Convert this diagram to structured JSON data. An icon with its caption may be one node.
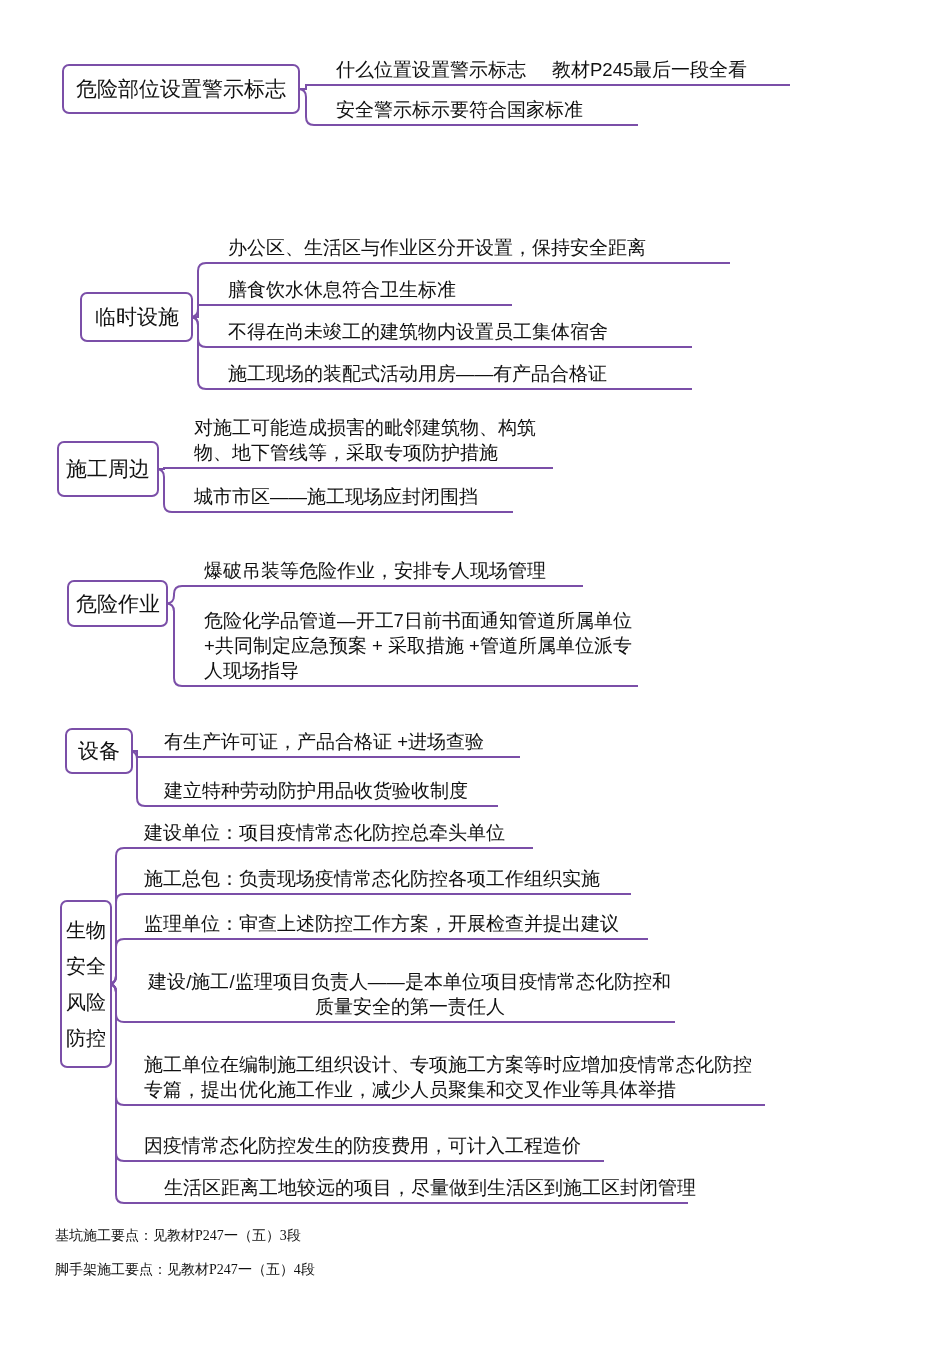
{
  "diagram": {
    "nodes": [
      {
        "text": [
          "危险部位设置警示标志"
        ]
      },
      {
        "text": [
          "什么位置设置警示标志",
          "教材P245最后一段全看"
        ]
      },
      {
        "text": [
          "安全警示标示要符合国家标准"
        ]
      },
      {
        "text": [
          "临时设施"
        ]
      },
      {
        "text": [
          "办公区、生活区与作业区分开设置，保持安全距离"
        ]
      },
      {
        "text": [
          "膳食饮水休息符合卫生标准"
        ]
      },
      {
        "text": [
          "不得在尚未竣工的建筑物内设置员工集体宿舍"
        ]
      },
      {
        "text": [
          "施工现场的装配式活动用房——有产品合格证"
        ]
      },
      {
        "text": [
          "施工周边"
        ]
      },
      {
        "text": [
          "对施工可能造成损害的毗邻建筑物、构筑物、地下管线等，采取专项防护措施"
        ]
      },
      {
        "text": [
          "城市市区——施工现场应封闭围挡"
        ]
      },
      {
        "text": [
          "危险作业"
        ]
      },
      {
        "text": [
          "爆破吊装等危险作业，安排专人现场管理"
        ]
      },
      {
        "text": [
          "危险化学品管道—开工7日前书面通知管道所属单位+共同制定应急预案 + 采取措施 +管道所属单位派专人现场指导"
        ]
      },
      {
        "text": [
          "设备"
        ]
      },
      {
        "text": [
          "有生产许可证，产品合格证 +进场查验"
        ]
      },
      {
        "text": [
          "建立特种劳动防护用品收货验收制度"
        ]
      },
      {
        "text": [
          "生物安全风险防控"
        ]
      },
      {
        "text": [
          "建设单位：项目疫情常态化防控总牵头单位"
        ]
      },
      {
        "text": [
          "施工总包：负责现场疫情常态化防控各项工作组织实施"
        ]
      },
      {
        "text": [
          "监理单位：审查上述防控工作方案，开展检查并提出建议"
        ]
      },
      {
        "text": [
          "建设/施工/监理项目负责人——是本单位项目疫情常态化防控和质量安全的第一责任人"
        ]
      },
      {
        "text": [
          "施工单位在编制施工组织设计、专项施工方案等时应增加疫情常态化防控专篇，提出优化施工作业，减少人员聚集和交叉作业等具体举措"
        ]
      },
      {
        "text": [
          "因疫情常态化防控发生的防疫费用，可计入工程造价"
        ]
      },
      {
        "text": [
          "生活区距离工地较远的项目，尽量做到生活区到施工区封闭管理"
        ]
      }
    ],
    "edges": [
      {
        "from": 0,
        "to": 1,
        "arrow": "none"
      },
      {
        "from": 0,
        "to": 2,
        "arrow": "none"
      },
      {
        "from": 3,
        "to": 4,
        "arrow": "none"
      },
      {
        "from": 3,
        "to": 5,
        "arrow": "none"
      },
      {
        "from": 3,
        "to": 6,
        "arrow": "none"
      },
      {
        "from": 3,
        "to": 7,
        "arrow": "none"
      },
      {
        "from": 8,
        "to": 9,
        "arrow": "none"
      },
      {
        "from": 8,
        "to": 10,
        "arrow": "none"
      },
      {
        "from": 11,
        "to": 12,
        "arrow": "none"
      },
      {
        "from": 11,
        "to": 13,
        "arrow": "none"
      },
      {
        "from": 14,
        "to": 15,
        "arrow": "none"
      },
      {
        "from": 14,
        "to": 16,
        "arrow": "none"
      },
      {
        "from": 17,
        "to": 18,
        "arrow": "none"
      },
      {
        "from": 17,
        "to": 19,
        "arrow": "none"
      },
      {
        "from": 17,
        "to": 20,
        "arrow": "none"
      },
      {
        "from": 17,
        "to": 21,
        "arrow": "none"
      },
      {
        "from": 17,
        "to": 22,
        "arrow": "none"
      },
      {
        "from": 17,
        "to": 23,
        "arrow": "none"
      },
      {
        "from": 17,
        "to": 24,
        "arrow": "none"
      }
    ],
    "labels": [
      "基坑施工要点：见教材P247一（五）3段",
      "脚手架施工要点：见教材P247一（五）4段"
    ]
  }
}
